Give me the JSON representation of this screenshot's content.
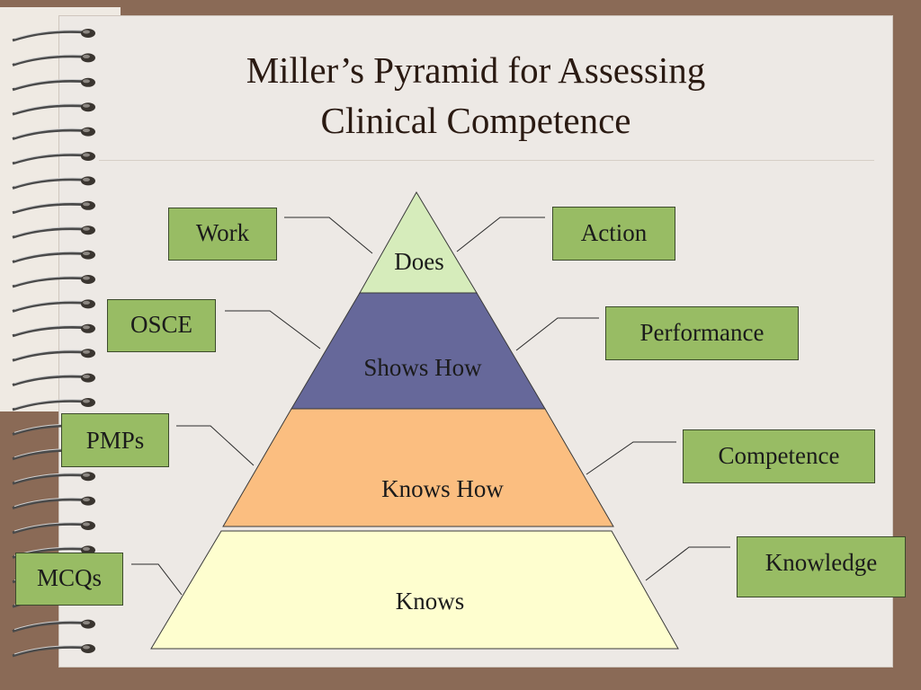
{
  "title": {
    "line1": "Miller’s Pyramid for Assessing",
    "line2": "Clinical Competence"
  },
  "pyramid": {
    "tiers": [
      "Does",
      "Shows How",
      "Knows How",
      "Knows"
    ]
  },
  "left_labels": [
    "Work",
    "OSCE",
    "PMPs",
    "MCQs"
  ],
  "right_labels": [
    "Action",
    "Performance",
    "Competence",
    "Knowledge"
  ],
  "colors": {
    "tier_does": "#d6ecbb",
    "tier_shows_how": "#66689a",
    "tier_knows_how": "#fbbe80",
    "tier_knows": "#fefecf",
    "label_box": "#98bc64"
  }
}
